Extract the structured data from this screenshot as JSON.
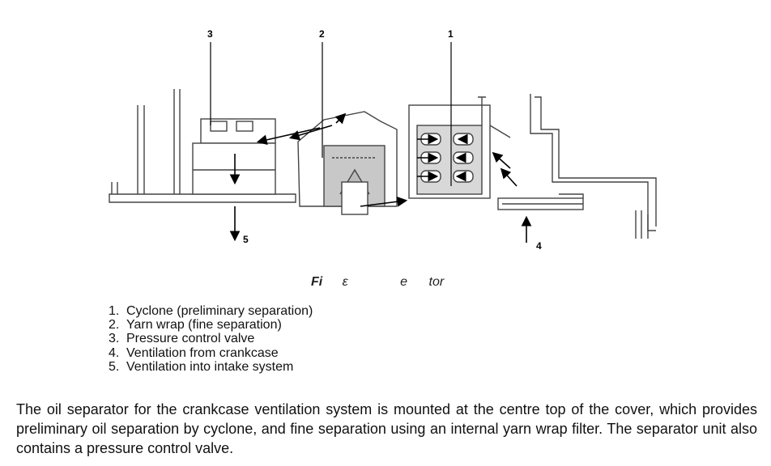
{
  "figure": {
    "callouts": [
      "1",
      "2",
      "3",
      "4",
      "5"
    ],
    "caption": {
      "prefix": "Fi",
      "part2": "ɛ",
      "part3": "e",
      "part4": "tor"
    }
  },
  "legend": [
    {
      "num": "1.",
      "text": "Cyclone (preliminary separation)"
    },
    {
      "num": "2.",
      "text": "Yarn wrap (fine separation)"
    },
    {
      "num": "3.",
      "text": "Pressure control valve"
    },
    {
      "num": "4.",
      "text": "Ventilation from crankcase"
    },
    {
      "num": "5.",
      "text": "Ventilation into intake system"
    }
  ],
  "body_text": "The oil separator for the crankcase ventilation system is mounted at the centre top of the cover, which provides preliminary oil separation by cyclone, and fine separation using an internal yarn wrap filter. The separator unit also contains a pressure control valve."
}
